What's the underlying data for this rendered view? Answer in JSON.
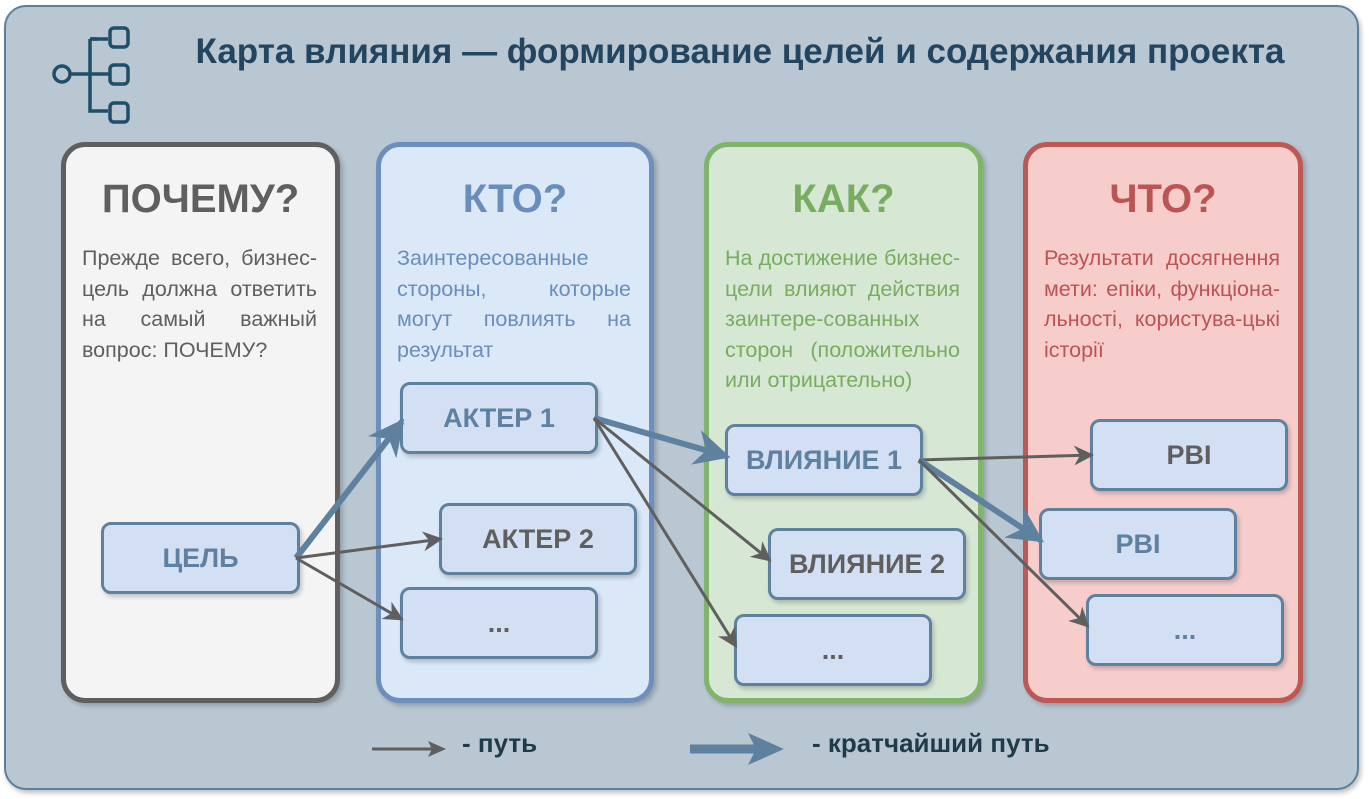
{
  "title": "Карта влияния — формирование целей и содержания проекта",
  "logo_icon": "hierarchy-tree-icon",
  "columns": [
    {
      "heading": "ПОЧЕМУ?",
      "description": "Прежде всего, бизнес-цель должна ответить на самый важный вопрос: ПОЧЕМУ?",
      "color": "#5f5f5f"
    },
    {
      "heading": "КТО?",
      "description": "Заинтересованные стороны, которые могут повлиять на результат",
      "color": "#6a8ebc"
    },
    {
      "heading": "КАК?",
      "description": "На достижение бизнес-цели влияют действия заинтере-сованных сторон (положительно или отрицательно)",
      "color": "#78ad60"
    },
    {
      "heading": "ЧТО?",
      "description": "Результати досягнення мети: епіки, функціона-льності, користува-цькі історії",
      "color": "#bb5452"
    }
  ],
  "nodes": {
    "goal": "ЦЕЛЬ",
    "actor1": "АКТЕР 1",
    "actor2": "АКТЕР 2",
    "actor_more": "...",
    "impact1": "ВЛИЯНИЕ 1",
    "impact2": "ВЛИЯНИЕ 2",
    "impact_more": "...",
    "pbi1": "PBI",
    "pbi2": "PBI",
    "pbi_more": "..."
  },
  "edges": [
    {
      "from": "goal",
      "to": "actor1",
      "type": "shortest"
    },
    {
      "from": "goal",
      "to": "actor2",
      "type": "path"
    },
    {
      "from": "goal",
      "to": "actor_more",
      "type": "path"
    },
    {
      "from": "actor1",
      "to": "impact1",
      "type": "shortest"
    },
    {
      "from": "actor1",
      "to": "impact2",
      "type": "path"
    },
    {
      "from": "actor1",
      "to": "impact_more",
      "type": "path"
    },
    {
      "from": "impact1",
      "to": "pbi1",
      "type": "path"
    },
    {
      "from": "impact1",
      "to": "pbi2",
      "type": "shortest"
    },
    {
      "from": "impact1",
      "to": "pbi_more",
      "type": "path"
    }
  ],
  "legend": {
    "path_label": "-  путь",
    "shortest_label": "-  кратчайший путь"
  },
  "colors": {
    "path": "#5f5f5f",
    "shortest": "#5f81a0",
    "title": "#24455f",
    "background": "#b9c7d2"
  }
}
